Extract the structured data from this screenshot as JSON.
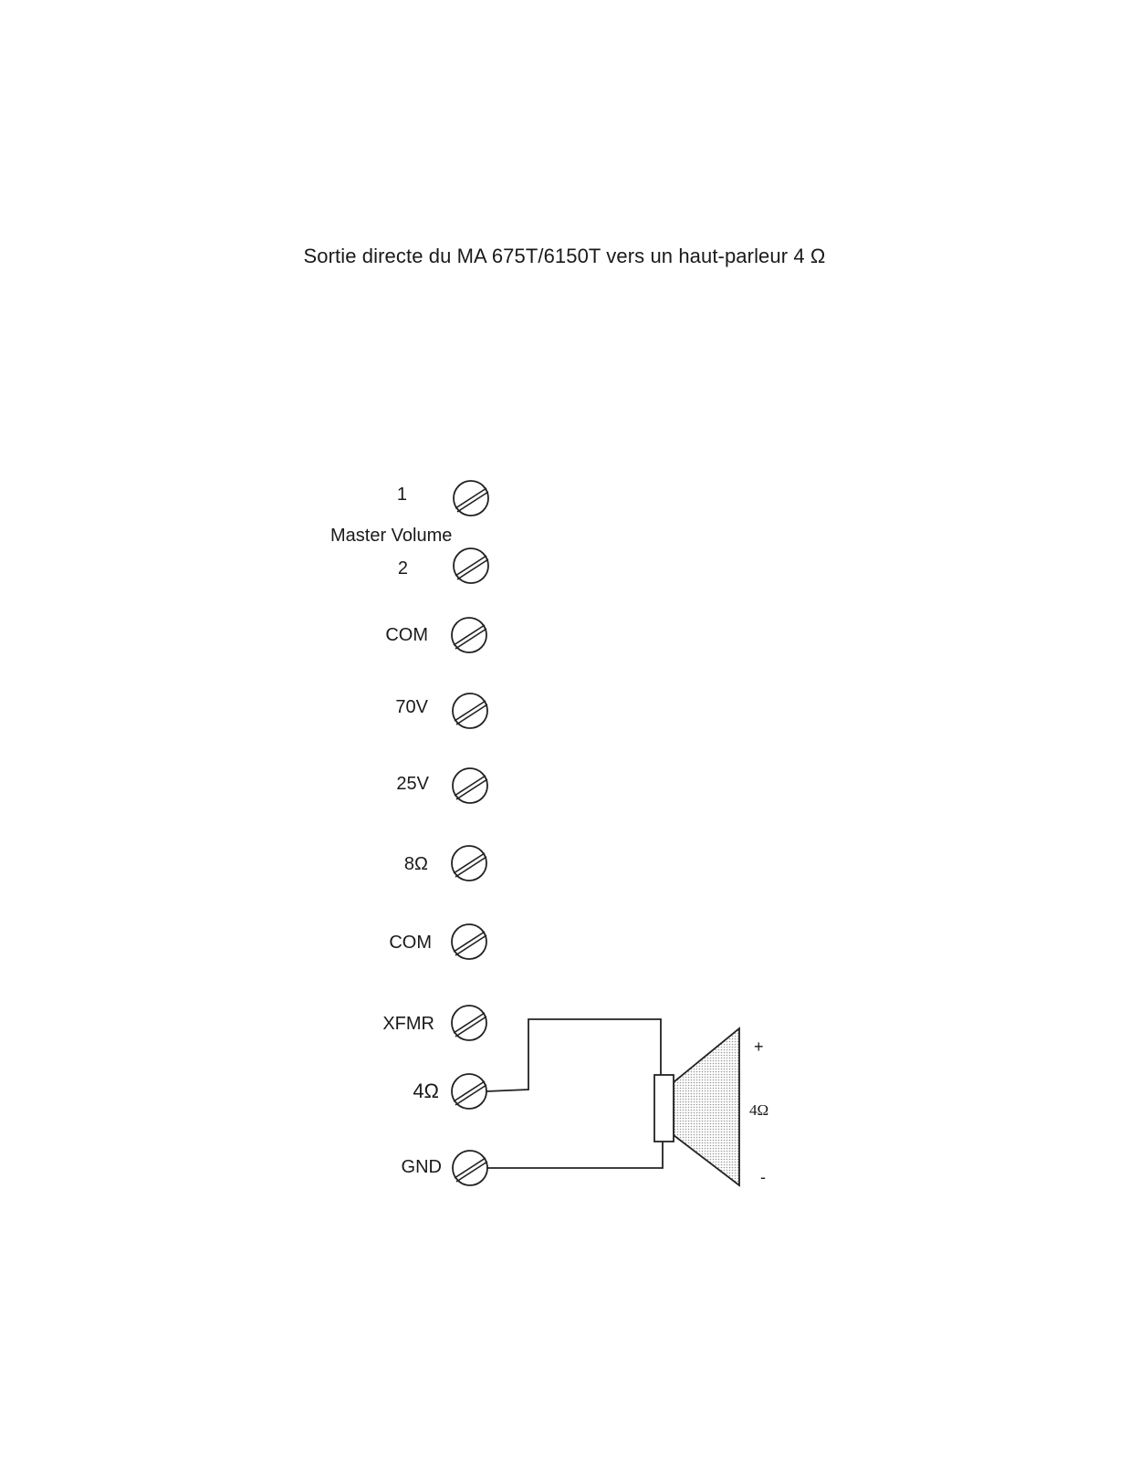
{
  "title": "Sortie directe du MA 675T/6150T vers un haut-parleur 4 Ω",
  "terminals": {
    "t1": "1",
    "master": "Master Volume",
    "t2": "2",
    "com1": "COM",
    "v70": "70V",
    "v25": "25V",
    "ohm8": "8Ω",
    "com2": "COM",
    "xfmr": "XFMR",
    "ohm4": "4Ω",
    "gnd": "GND"
  },
  "speaker": {
    "plus": "+",
    "impedance": "4Ω",
    "minus": "-"
  }
}
